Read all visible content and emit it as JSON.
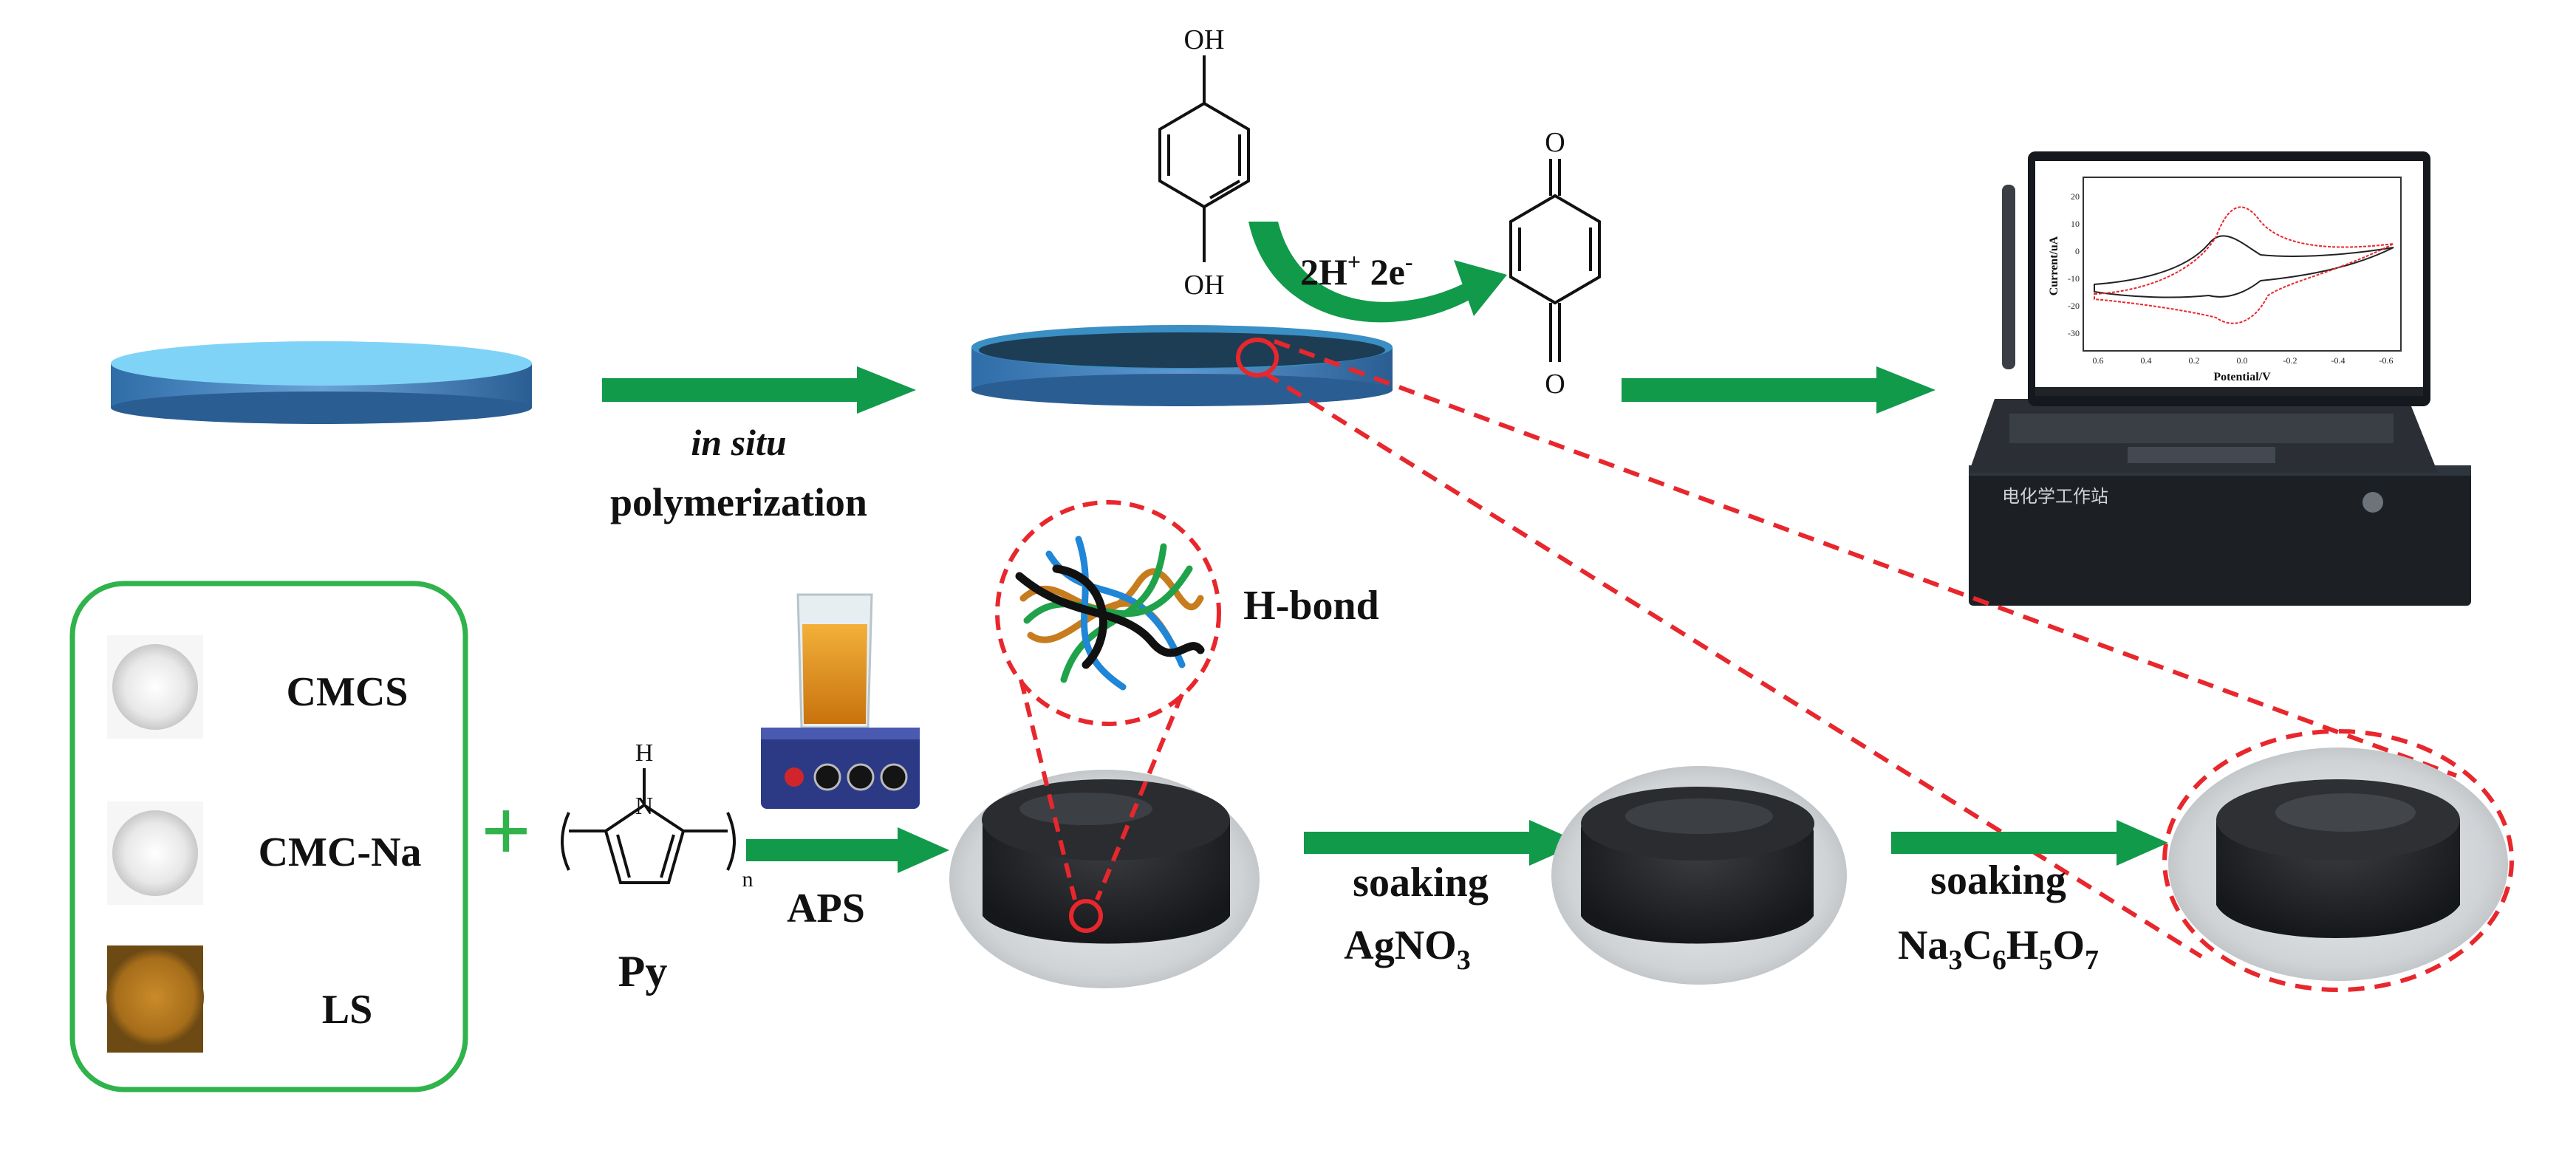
{
  "top_row": {
    "arrow1_label_italic": "in situ",
    "arrow1_label": "polymerization",
    "hydroquinone_oh_top": "OH",
    "hydroquinone_oh_bottom": "OH",
    "redox_label": "2H",
    "redox_sup1": "+",
    "redox_e": " 2e",
    "redox_sup2": "-",
    "quinone_o_top": "O",
    "quinone_o_bottom": "O"
  },
  "legend_box": {
    "items": [
      "CMCS",
      "CMC-Na",
      "LS"
    ]
  },
  "bottom_row": {
    "plus": "+",
    "py_h": "H",
    "py_n": "N",
    "py_subscript_n": "n",
    "py_label": "Py",
    "aps_label": "APS",
    "hbond_label": "H-bond",
    "soak1_label": "soaking",
    "soak1_reagent": "AgNO",
    "soak1_sub": "3",
    "soak2_label": "soaking",
    "soak2_reagent_parts": [
      "Na",
      "3",
      "C",
      "6",
      "H",
      "5",
      "O",
      "7"
    ]
  },
  "laptop": {
    "screen_ylabel": "Current/uA",
    "screen_xlabel": "Potential/V",
    "device_brand": "电化学工作站",
    "yticks": [
      "20",
      "10",
      "0",
      "-10",
      "-20",
      "-30"
    ],
    "xticks": [
      "0.6",
      "0.4",
      "0.2",
      "0.0",
      "-0.2",
      "-0.4",
      "-0.6"
    ]
  },
  "colors": {
    "arrow_green": "#119a4a",
    "dashed_red": "#e8272d",
    "disc_top": "#7fd3f7",
    "disc_side": "#3f7fbf",
    "legend_border": "#2fb34a"
  }
}
